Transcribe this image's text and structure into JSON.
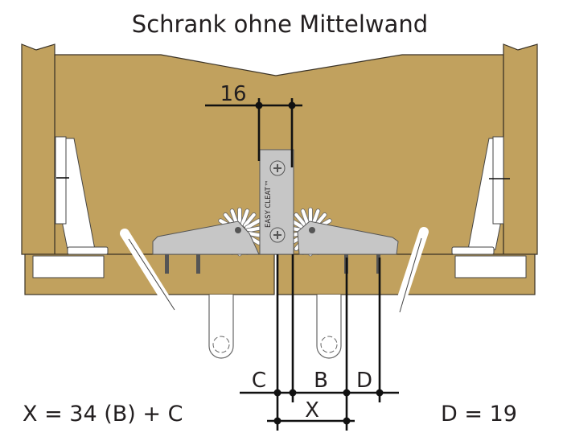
{
  "title": "Schrank ohne Mittelwand",
  "dimension_top": "16",
  "cleat_label": "EASY CLEAT™",
  "labels": {
    "c": "C",
    "b": "B",
    "d": "D",
    "x": "X"
  },
  "formula_x": "X = 34 (B) + C",
  "formula_d": "D = 19",
  "colors": {
    "wood": "#c1a15e",
    "metal": "#c6c6c6",
    "line": "#111111"
  }
}
